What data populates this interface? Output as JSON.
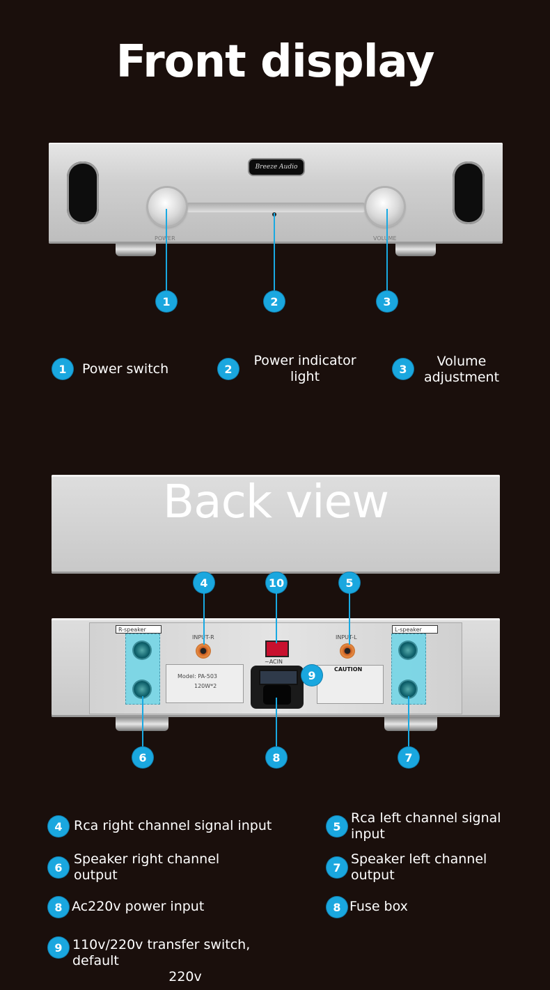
{
  "front_section": {
    "title": "Front display",
    "device": {
      "logo_text": "Breeze Audio",
      "power_label": "POWER",
      "volume_label": "VOLUME"
    },
    "callouts": [
      "1",
      "2",
      "3"
    ],
    "legend": [
      {
        "num": "1",
        "text": "Power switch"
      },
      {
        "num": "2",
        "text_line1": "Power indicator",
        "text_line2": "light"
      },
      {
        "num": "3",
        "text_line1": "Volume",
        "text_line2": "adjustment"
      }
    ]
  },
  "back_section": {
    "title": "Back view",
    "device": {
      "r_speaker_label": "R-speaker",
      "l_speaker_label": "L-speaker",
      "input_r_label": "INPUT-R",
      "input_l_label": "INPUT-L",
      "acin_label": "~ACIN",
      "caution_label": "CAUTION",
      "model_line": "Model: PA-503",
      "power_line": "120W*2"
    },
    "callouts": [
      "4",
      "10",
      "5",
      "9",
      "6",
      "8",
      "7"
    ],
    "legend": [
      {
        "num": "4",
        "text": "Rca right channel signal input"
      },
      {
        "num": "5",
        "text_line1": "Rca left channel signal",
        "text_line2": "input"
      },
      {
        "num": "6",
        "text_line1": "Speaker right channel",
        "text_line2": "output"
      },
      {
        "num": "7",
        "text_line1": "Speaker left channel",
        "text_line2": "output"
      },
      {
        "num": "8",
        "text": "Ac220v power input"
      },
      {
        "num": "8",
        "text": "Fuse box"
      },
      {
        "num": "9",
        "text_line1": "110v/220v transfer switch, default",
        "text_line2": "220v"
      }
    ]
  },
  "colors": {
    "background": "#1a0f0c",
    "accent": "#1aa7df",
    "text": "#ffffff"
  }
}
